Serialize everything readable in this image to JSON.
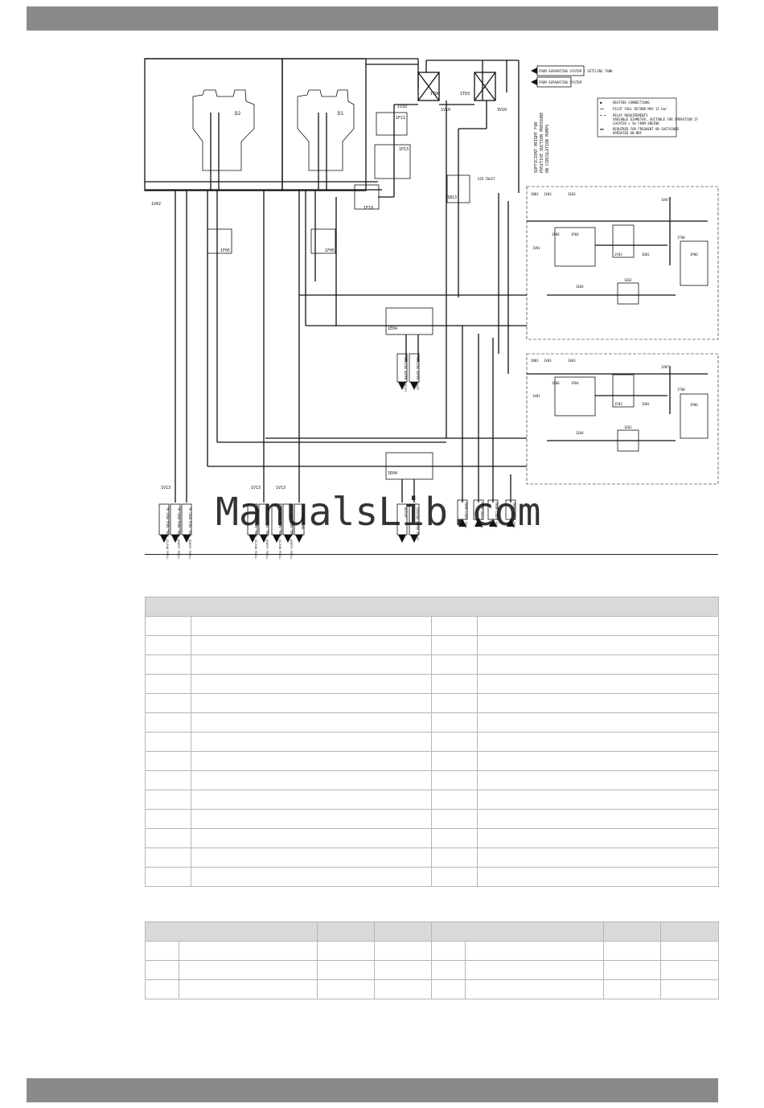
{
  "diagram": {
    "engine_labels": [
      "D2",
      "D1"
    ],
    "from_separating_system_settling": "FROM SEPARATING SYSTEM / SETTLING TANK",
    "from_separating_system": "FROM SEPARATING SYSTEM",
    "vertical_note": [
      "SUFFICIENT HEIGHT FOR",
      "POSITIVE SUCTION PRESSURE",
      "ON CIRCULATION PUMPS"
    ],
    "legend": [
      {
        "symbol": "●",
        "text": "HEATING CONNECTIONS"
      },
      {
        "symbol": "━━",
        "text": "PILOT FUEL RETURN MAX 15 bar"
      },
      {
        "symbol": "━ ━",
        "text": "RELAY REQUIREMENTS"
      },
      {
        "symbol": "",
        "text": "VARIABLE DIAMETER, SUITABLE FOR OPERATION IF"
      },
      {
        "symbol": "",
        "text": "LOCATED < 5m FROM ENGINE"
      },
      {
        "symbol": "▬▬",
        "text": "REQUIRED FOR FREQUENT OR SUSTAINED"
      },
      {
        "symbol": "",
        "text": "OPERATED ON MDF"
      }
    ],
    "tags": {
      "t_1t06": "1T06",
      "t_1t03": "1T03",
      "v_1v10": "1V10",
      "v_1v10b": "1V10",
      "v_3v10": "3V10",
      "v_1v02": "1V02",
      "f_1f11": "1F11",
      "p_1p13": "1P13",
      "f_1f10": "1F10",
      "n_1n13": "1N13",
      "f_1f05a": "1F05",
      "f_1f05b": "1F05",
      "e_1e04a": "1E04",
      "e_1e04b": "1E04",
      "v_1v13a": "1V13",
      "v_1v13b": "1V13",
      "v_1v13c": "1V13",
      "air_inlet": "AIR INLET",
      "u1": [
        "1N01",
        "1V03",
        "1E03",
        "1F06",
        "1P04",
        "1V01",
        "1F03",
        "1D01",
        "1V07",
        "1T08",
        "1P06",
        "1E02",
        "1E04"
      ],
      "u2": [
        "1N01",
        "1V03",
        "1E03",
        "1F06",
        "1P04",
        "1V01",
        "1F03",
        "1D01",
        "1V07",
        "1T08",
        "1P06",
        "1E02",
        "1E04"
      ]
    },
    "outlets": {
      "cooling_water_outlet": "COOLING WATER OUTLET",
      "cooling_water_inlet": "COOLING WATER INLET",
      "lower_outlet": "OUTLET",
      "lower_inlet": "COOLING WATER INLET",
      "left": [
        "TO LEAK FUEL TANK (CLEAN FUEL)",
        "TO LEAK FUEL TANK (DIRTY FUEL)",
        "TO LEAK FUEL TANK (DIRTY FUEL)"
      ],
      "middle": [
        "TO LEAK FUEL TANK (CLEAN FUEL)",
        "TO LEAK FUEL TANK (DIRTY FUEL)",
        "TO LEAK FUEL TANK (CLEAN FUEL)",
        "TO LEAK FUEL TANK (DIRTY FUEL)",
        "TO HEAVY FUEL"
      ],
      "right": [
        "FROM LIGHT FUEL",
        "FROM HEAVY FUEL",
        "FROM LIGHT FUEL",
        "FROM HEAVY FUEL"
      ]
    },
    "watermark": "ManualsLib.com"
  }
}
